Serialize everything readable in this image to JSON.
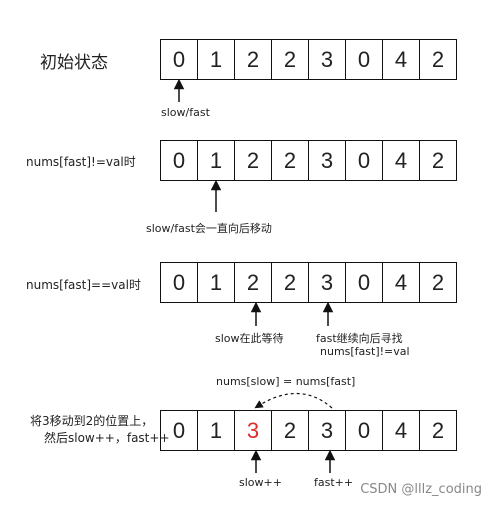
{
  "stages": [
    {
      "label": "初始状态",
      "cells": [
        "0",
        "1",
        "2",
        "2",
        "3",
        "0",
        "4",
        "2"
      ],
      "annotations": [
        "slow/fast"
      ]
    },
    {
      "label": "nums[fast]!=val时",
      "cells": [
        "0",
        "1",
        "2",
        "2",
        "3",
        "0",
        "4",
        "2"
      ],
      "annotations": [
        "slow/fast会一直向后移动"
      ]
    },
    {
      "label": "nums[fast]==val时",
      "cells": [
        "0",
        "1",
        "2",
        "2",
        "3",
        "0",
        "4",
        "2"
      ],
      "annotations": [
        "slow在此等待",
        "fast继续向后寻找",
        "nums[fast]!=val"
      ]
    },
    {
      "label_line1": "将3移动到2的位置上，",
      "label_line2": "然后slow++，fast++",
      "top_annotation": "nums[slow] = nums[fast]",
      "cells": [
        "0",
        "1",
        "3",
        "2",
        "3",
        "0",
        "4",
        "2"
      ],
      "highlight_index": 2,
      "annotations": [
        "slow++",
        "fast++"
      ]
    }
  ],
  "watermark": "CSDN @lllz_coding",
  "colors": {
    "highlight": "#e02b2b",
    "line": "#111111",
    "watermark": "#888888"
  }
}
